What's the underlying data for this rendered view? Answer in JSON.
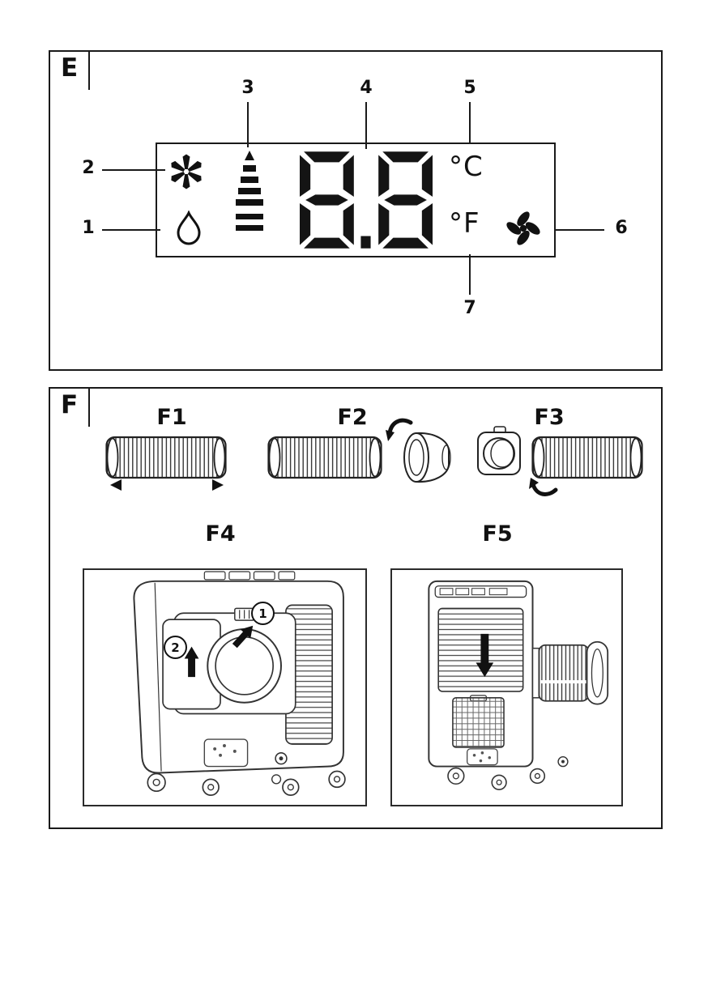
{
  "page": {
    "background": "#ffffff",
    "ink": "#111111",
    "line_color": "#1a1a1a"
  },
  "section_e": {
    "label": "E",
    "display": {
      "value": "8.8",
      "unit_celsius": "°C",
      "unit_fahrenheit": "°F",
      "icons": [
        "snowflake-icon",
        "water-drop-icon",
        "fan-speed-bars-icon",
        "seven-segment-display",
        "fan-icon"
      ]
    },
    "callouts": {
      "n1": "1",
      "n2": "2",
      "n3": "3",
      "n4": "4",
      "n5": "5",
      "n6": "6",
      "n7": "7"
    },
    "legend": {
      "1": "water-drop-icon",
      "2": "snowflake-icon",
      "3": "fan-speed-bars-icon",
      "4": "seven-segment-display",
      "5": "celsius-unit",
      "6": "fan-icon",
      "7": "fahrenheit-unit"
    }
  },
  "section_f": {
    "label": "F",
    "figures": {
      "f1": {
        "label": "F1",
        "shows": "exhaust-hose-extend"
      },
      "f2": {
        "label": "F2",
        "shows": "hose-with-round-adapter"
      },
      "f3": {
        "label": "F3",
        "shows": "flange-adapter-with-hose"
      },
      "f4": {
        "label": "F4",
        "shows": "attach-hose-to-unit-rear",
        "steps": {
          "s1": "1",
          "s2": "2"
        }
      },
      "f5": {
        "label": "F5",
        "shows": "unit-with-hose-attached"
      }
    }
  }
}
